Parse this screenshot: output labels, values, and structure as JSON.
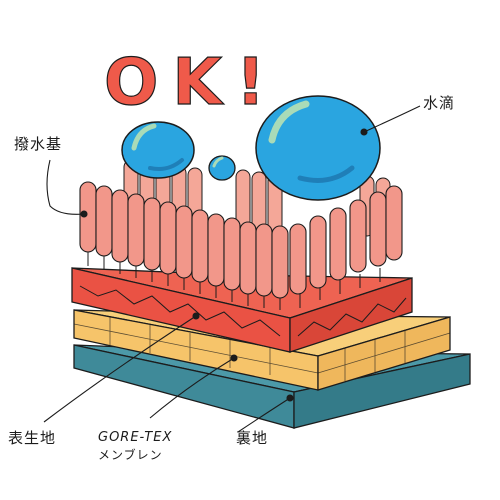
{
  "headline": {
    "text": "OK!",
    "color": "#ef5a4a"
  },
  "labels": {
    "water_drop": "水滴",
    "water_repellent": "撥水基",
    "outer_fabric": "表生地",
    "membrane_name": "GORE-TEX",
    "membrane_kana": "メンブレン",
    "lining": "裏地"
  },
  "layers": [
    {
      "name": "water-repellent-hairs",
      "color": "#f2978a"
    },
    {
      "name": "outer-fabric",
      "color": "#ea5244"
    },
    {
      "name": "membrane",
      "color": "#f6c46a"
    },
    {
      "name": "lining",
      "color": "#3f8a99"
    }
  ],
  "drops": {
    "color": "#2aa5e0",
    "highlight": "#a9dbb8"
  }
}
